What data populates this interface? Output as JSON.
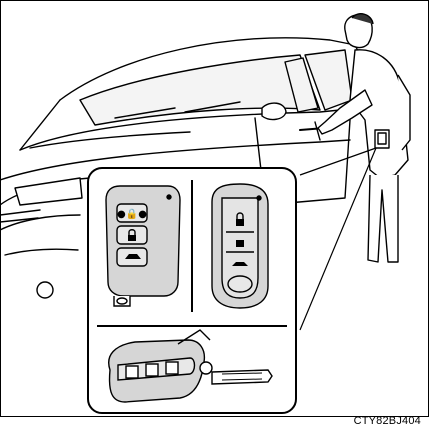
{
  "figure": {
    "caption": "CTY82BJ404",
    "subjects": [
      "car-side-view",
      "person-at-door",
      "smart-key-fob-three-button",
      "smart-key-fob-alt",
      "flip-key"
    ],
    "icons": [
      "lock-icon",
      "unlock-icon",
      "trunk-icon",
      "key-blade-icon"
    ]
  }
}
